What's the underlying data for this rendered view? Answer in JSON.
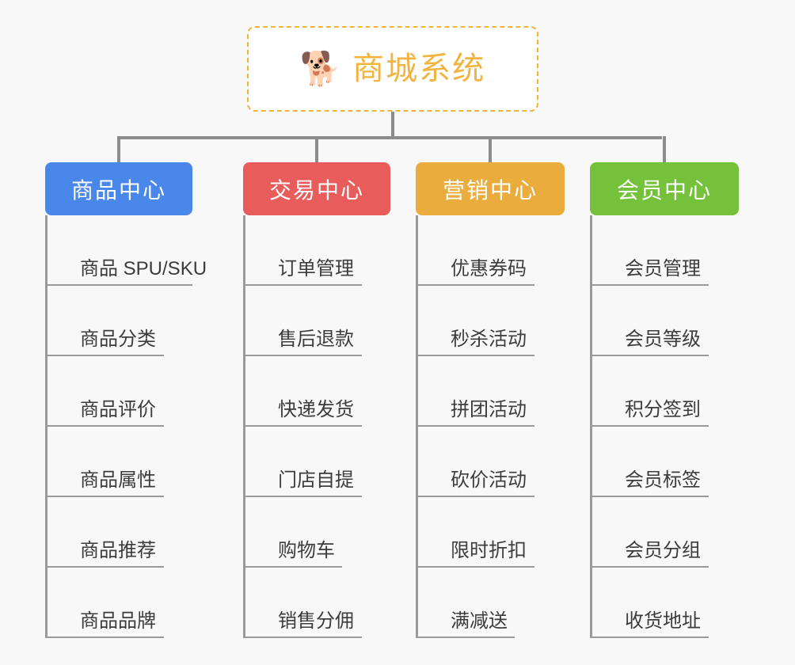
{
  "root": {
    "icon": "shiba-dog-face-emoji",
    "emoji": "🐕",
    "title": "商城系统",
    "title_color": "#f2b441",
    "border_color": "#f0b33d"
  },
  "canvas": {
    "background_color": "#f8f8f8",
    "connector_color": "#8c8c8c"
  },
  "branches": [
    {
      "label": "商品中心",
      "color": "#4a87ea",
      "items": [
        "商品 SPU/SKU",
        "商品分类",
        "商品评价",
        "商品属性",
        "商品推荐",
        "商品品牌"
      ]
    },
    {
      "label": "交易中心",
      "color": "#e85c5c",
      "items": [
        "订单管理",
        "售后退款",
        "快递发货",
        "门店自提",
        "购物车",
        "销售分佣"
      ]
    },
    {
      "label": "营销中心",
      "color": "#eaac3c",
      "items": [
        "优惠券码",
        "秒杀活动",
        "拼团活动",
        "砍价活动",
        "限时折扣",
        "满减送"
      ]
    },
    {
      "label": "会员中心",
      "color": "#75c13c",
      "items": [
        "会员管理",
        "会员等级",
        "积分签到",
        "会员标签",
        "会员分组",
        "收货地址"
      ]
    }
  ]
}
